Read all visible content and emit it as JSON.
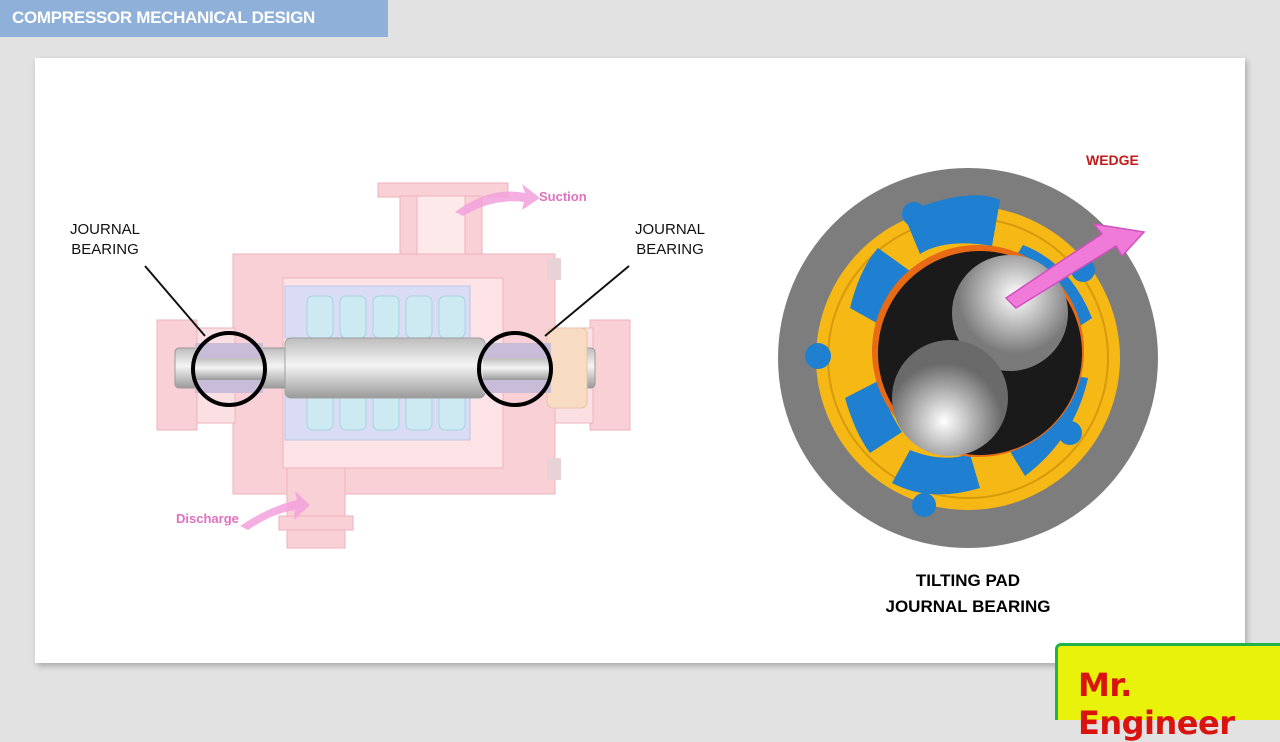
{
  "header": {
    "title": "COMPRESSOR MECHANICAL DESIGN"
  },
  "compressor": {
    "left_label_line1": "JOURNAL",
    "left_label_line2": "BEARING",
    "right_label_line1": "JOURNAL",
    "right_label_line2": "BEARING",
    "suction_label": "Suction",
    "discharge_label": "Discharge"
  },
  "bearing": {
    "wedge_label": "WEDGE",
    "caption_line1": "TILTING PAD",
    "caption_line2": "JOURNAL BEARING"
  },
  "brand": {
    "name": "Mr. Engineer"
  },
  "colors": {
    "header": "#8fb0d8",
    "casing": "#f6c9cf",
    "housing_gray": "#7d7d7d",
    "oil_yellow": "#f6b814",
    "pad_blue": "#1f7fd0",
    "wedge_red": "#c41a1a",
    "brand_yellow": "#e8f20a",
    "brand_red": "#d9140f",
    "brand_green": "#1db34a"
  }
}
